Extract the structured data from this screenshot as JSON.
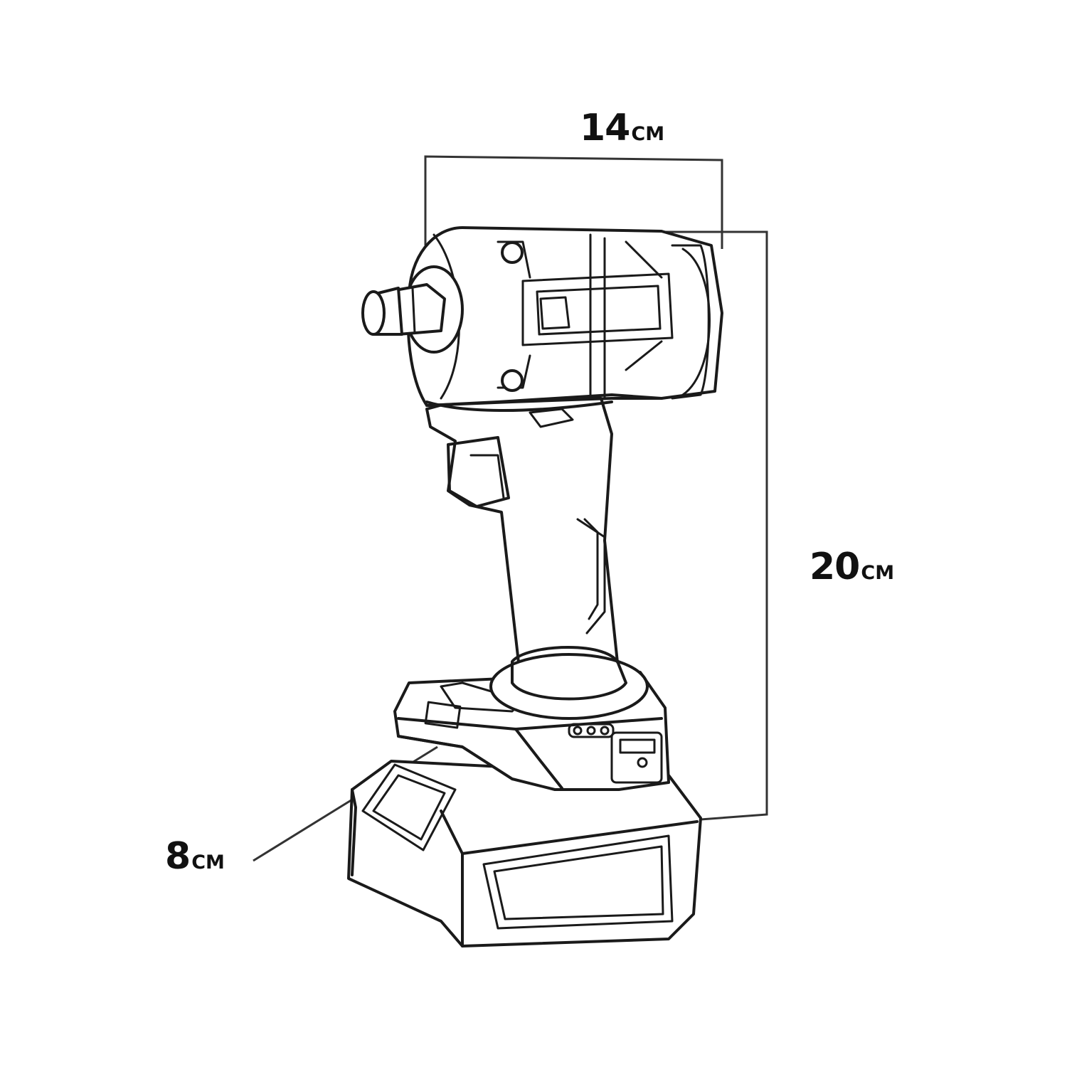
{
  "figure": {
    "subject-icon": "cordless-impact-wrench-line-drawing",
    "stroke_color": "#1a1a1a",
    "background_color": "#ffffff"
  },
  "dimensions": {
    "width": {
      "value": "14",
      "unit": "cm"
    },
    "height": {
      "value": "20",
      "unit": "cm"
    },
    "depth": {
      "value": "8",
      "unit": "cm"
    }
  }
}
